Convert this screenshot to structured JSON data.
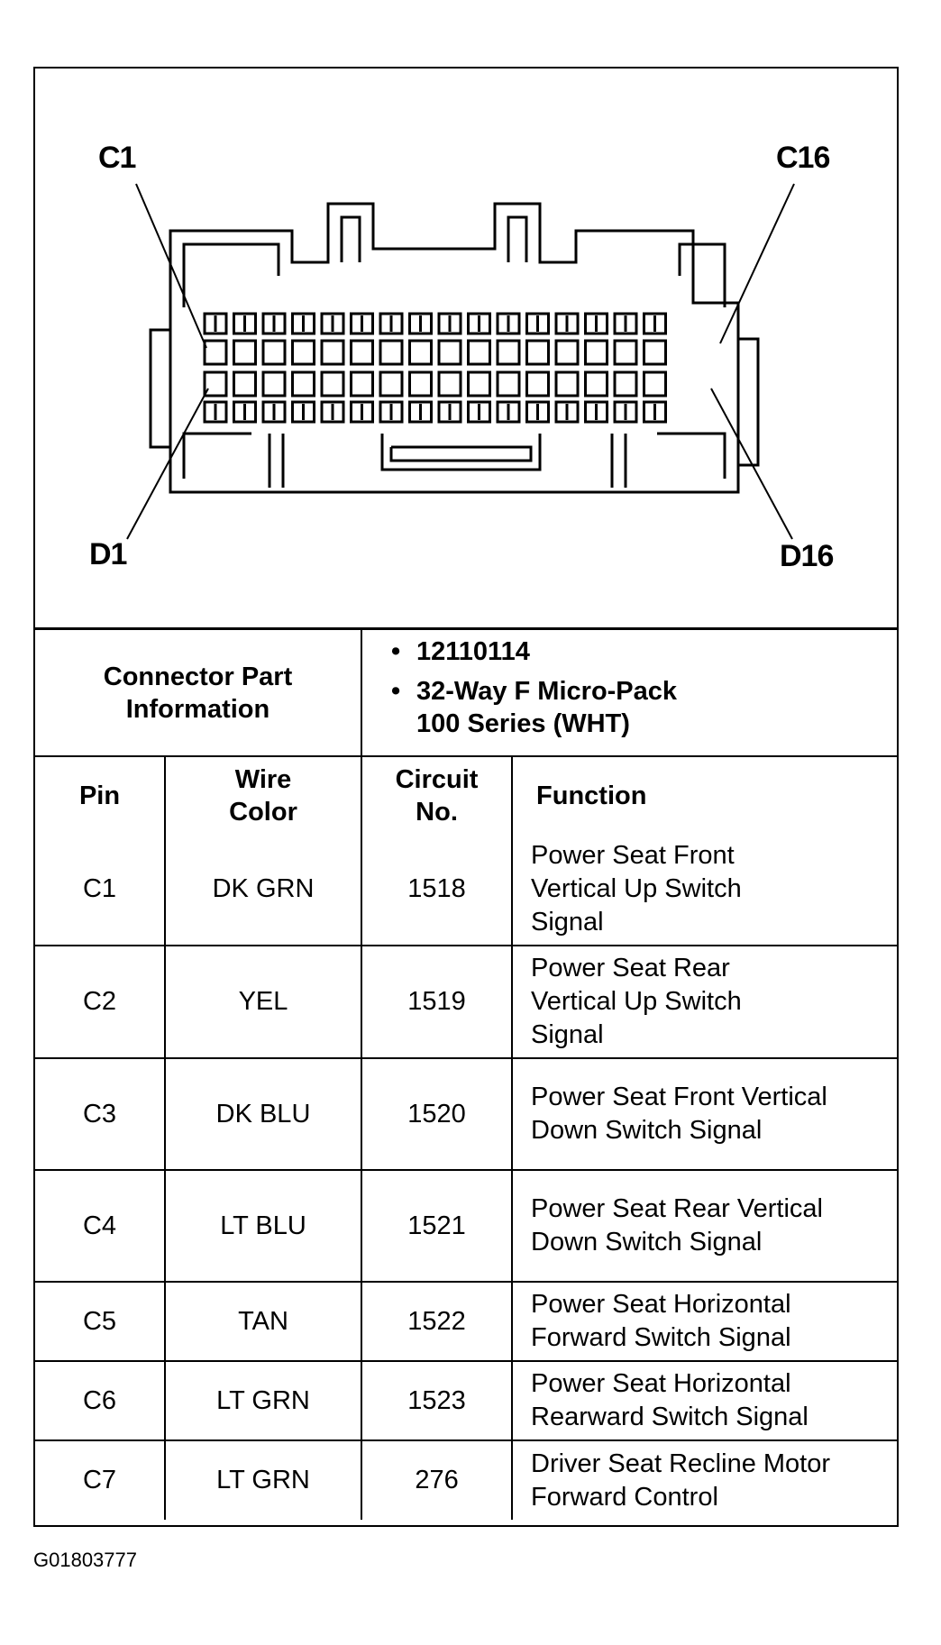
{
  "pin_labels": {
    "top_left": "C1",
    "top_right": "C16",
    "bottom_left": "D1",
    "bottom_right": "D16"
  },
  "connector_info": {
    "title": "Connector Part Information",
    "bullets": [
      "12110114",
      "32-Way F Micro-Pack 100 Series (WHT)"
    ]
  },
  "table": {
    "headers": {
      "pin": "Pin",
      "wire_color": "Wire Color",
      "circuit_no": "Circuit No.",
      "function": "Function"
    },
    "rows": [
      {
        "pin": "C1",
        "wire_color": "DK GRN",
        "circuit_no": "1518",
        "function": "Power Seat Front Vertical Up Switch Signal"
      },
      {
        "pin": "C2",
        "wire_color": "YEL",
        "circuit_no": "1519",
        "function": "Power Seat Rear Vertical Up Switch Signal"
      },
      {
        "pin": "C3",
        "wire_color": "DK BLU",
        "circuit_no": "1520",
        "function": "Power Seat Front Vertical Down Switch Signal"
      },
      {
        "pin": "C4",
        "wire_color": "LT BLU",
        "circuit_no": "1521",
        "function": "Power Seat Rear Vertical Down Switch Signal"
      },
      {
        "pin": "C5",
        "wire_color": "TAN",
        "circuit_no": "1522",
        "function": "Power Seat Horizontal Forward Switch Signal"
      },
      {
        "pin": "C6",
        "wire_color": "LT GRN",
        "circuit_no": "1523",
        "function": "Power Seat Horizontal Rearward Switch Signal"
      },
      {
        "pin": "C7",
        "wire_color": "LT GRN",
        "circuit_no": "276",
        "function": "Driver Seat Recline Motor Forward Control"
      }
    ]
  },
  "figure_id": "G01803777"
}
